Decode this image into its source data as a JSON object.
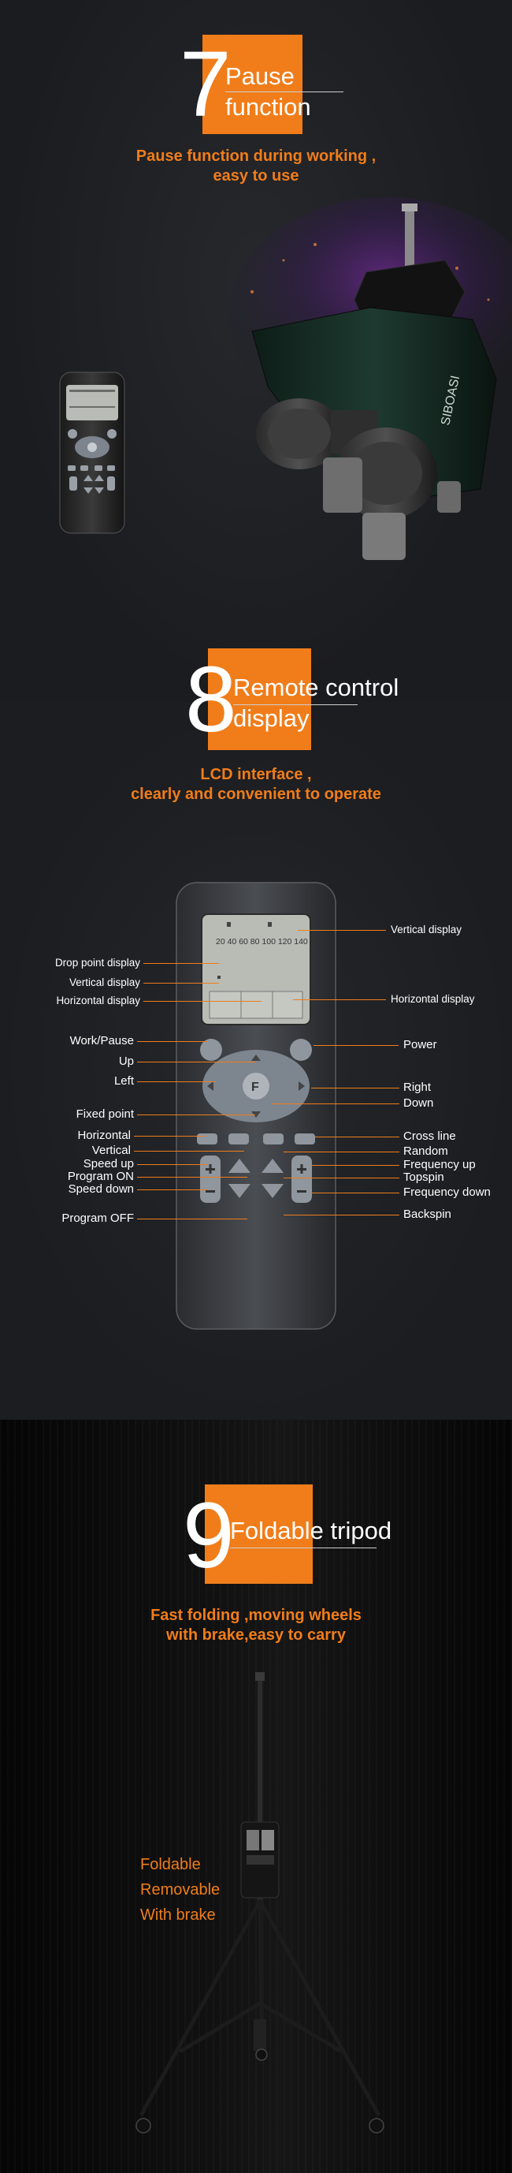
{
  "section7": {
    "number": "7",
    "title_line1": "Pause",
    "title_line2": "function",
    "subtitle_line1": "Pause function during working ,",
    "subtitle_line2": "easy to use",
    "device_brand": "SIBOASI"
  },
  "section8": {
    "number": "8",
    "title_line1": "Remote control",
    "title_line2": "display",
    "subtitle_line1": "LCD interface ,",
    "subtitle_line2": "clearly and convenient to operate",
    "lcd_scale": "20  40  60  80  100 120 140",
    "labels_left": [
      "Drop point display",
      "Vertical display",
      "Horizontal display",
      "Work/Pause",
      "Up",
      "Left",
      "Fixed point",
      "Horizontal",
      "Vertical",
      "Speed up",
      "Program ON",
      "Speed down",
      "Program OFF"
    ],
    "labels_right": [
      "Vertical display",
      "Horizontal display",
      "Power",
      "Right",
      "Down",
      "Cross line",
      "Random",
      "Frequency up",
      "Topspin",
      "Frequency down",
      "Backspin"
    ]
  },
  "section9": {
    "number": "9",
    "title_line1": "Foldable tripod",
    "subtitle_line1": "Fast folding ,moving wheels",
    "subtitle_line2": "with brake,easy to carry",
    "features": [
      "Foldable",
      "Removable",
      "With brake"
    ]
  },
  "colors": {
    "accent": "#f07d1a",
    "background": "#1b1c1f"
  }
}
